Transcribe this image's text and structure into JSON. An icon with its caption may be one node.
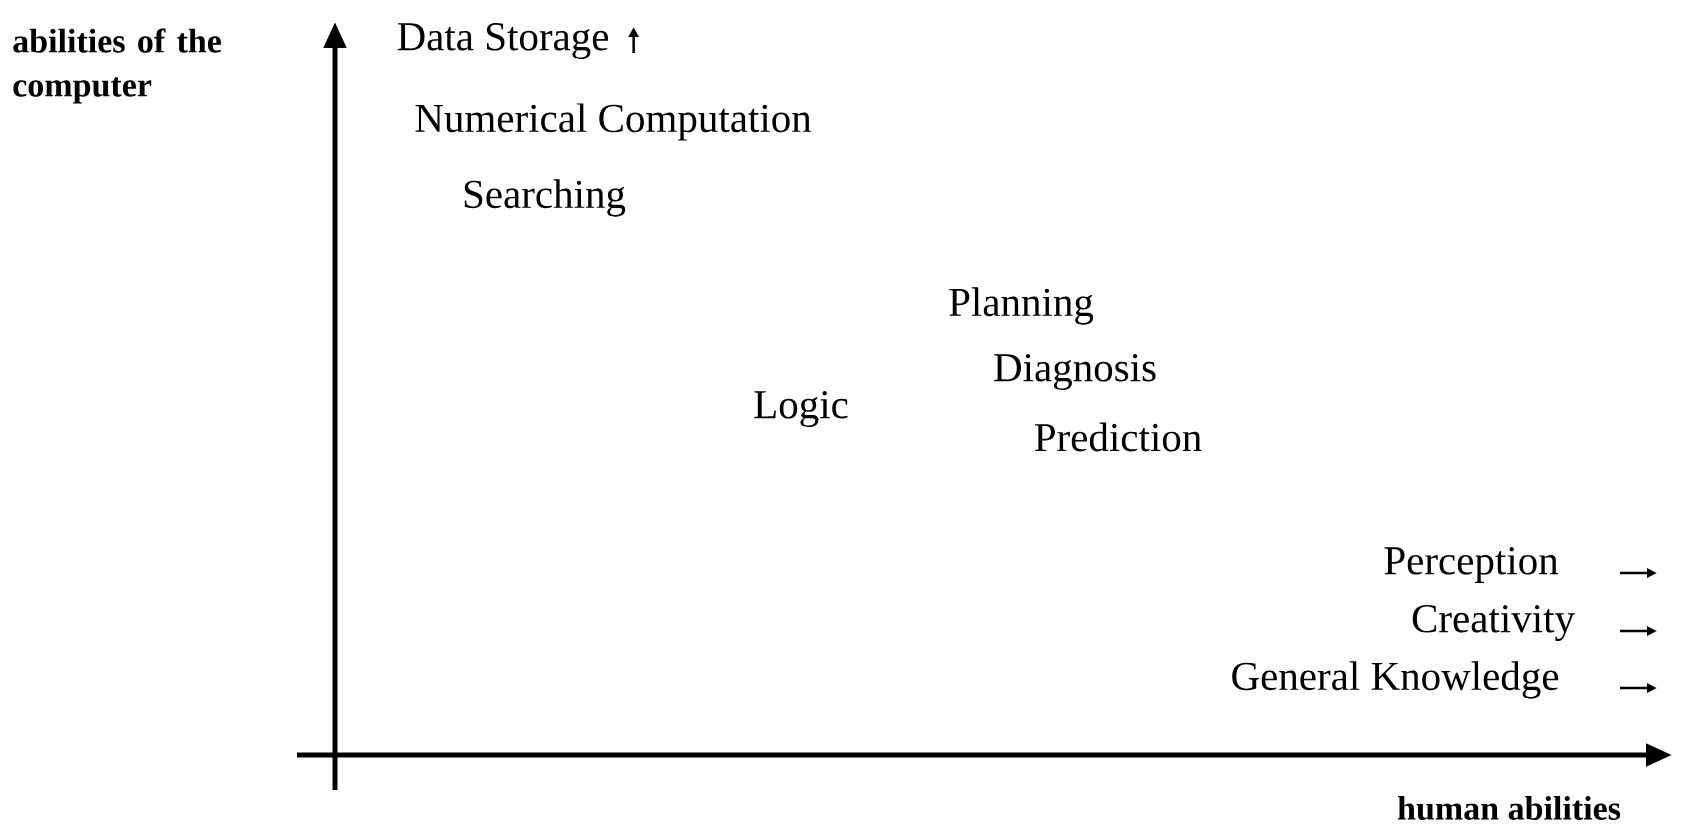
{
  "diagram": {
    "labels": [
      "abilities of the computer",
      "Data Storage",
      "Numerical Computation",
      "Searching",
      "Planning",
      "Diagnosis",
      "Logic",
      "Prediction",
      "Perception",
      "Creativity",
      "General Knowledge",
      "human abilities"
    ]
  }
}
